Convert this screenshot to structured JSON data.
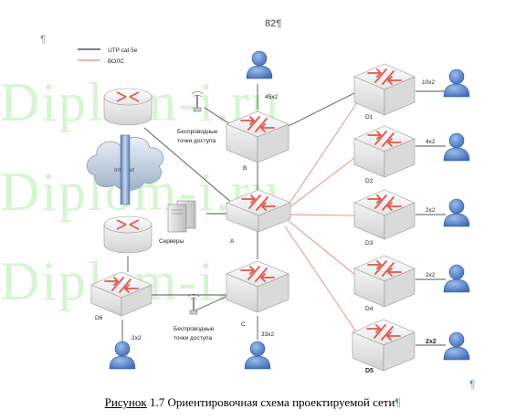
{
  "page": {
    "number": "82¶",
    "pilcrow": "¶",
    "end_mark": "¶"
  },
  "watermark": "Diplom-i.ru",
  "legend": {
    "utp": "UTP cat 5e",
    "fiber": "ВОЛС"
  },
  "colors": {
    "utp": "#555555",
    "fiber": "#e8877f",
    "watermark": "#d6f5d2",
    "user": "#5b8fd6"
  },
  "labels": {
    "internet": "Internet",
    "wireless_b": [
      "Беспроводные",
      "точки доступа"
    ],
    "wireless_c": [
      "Беспроводные",
      "точки доступа"
    ],
    "servers": "Серверы"
  },
  "switches": {
    "B": {
      "label": "B",
      "users": "45x2"
    },
    "A": {
      "label": "A"
    },
    "C": {
      "label": "C",
      "users": "33x2"
    },
    "D6": {
      "label": "D6",
      "users": "2x2"
    },
    "D1": {
      "label": "D1",
      "users": "10x2"
    },
    "D2": {
      "label": "D2",
      "users": "4x2"
    },
    "D3": {
      "label": "D3",
      "users": "2x2"
    },
    "D4": {
      "label": "D4",
      "users": "2x2"
    },
    "D5": {
      "label": "D5",
      "users": "2x2"
    }
  },
  "caption": {
    "label": "Рисунок",
    "number": "1.7",
    "text": "Ориентировочная схема проектируемой сети",
    "mark": "¶"
  }
}
